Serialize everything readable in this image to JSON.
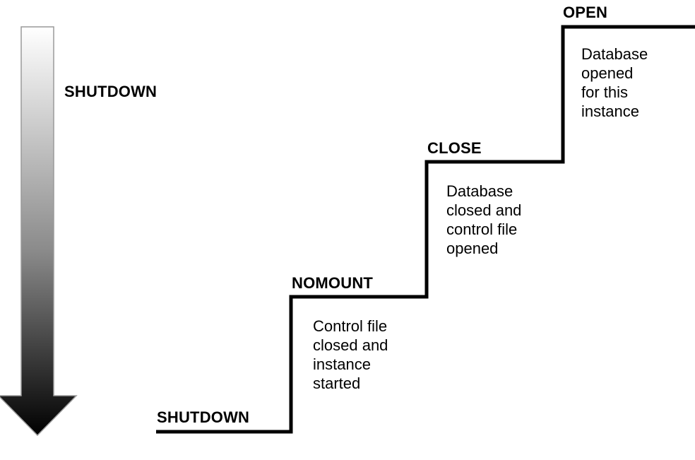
{
  "diagram": {
    "shutdown_direction": {
      "label": "SHUTDOWN",
      "arrow": "down-arrow-icon"
    },
    "stages": [
      {
        "label": "SHUTDOWN",
        "description": []
      },
      {
        "label": "NOMOUNT",
        "description": [
          "Control file",
          "closed and",
          "instance",
          "started"
        ]
      },
      {
        "label": "CLOSE",
        "description": [
          "Database",
          "closed and",
          "control file",
          "opened"
        ]
      },
      {
        "label": "OPEN",
        "description": [
          "Database",
          "opened",
          "for this",
          "instance"
        ]
      }
    ],
    "colors": {
      "line": "#000000",
      "arrow_top": "#ffffff",
      "arrow_bottom": "#000000",
      "text": "#000000",
      "background": "#ffffff"
    }
  }
}
